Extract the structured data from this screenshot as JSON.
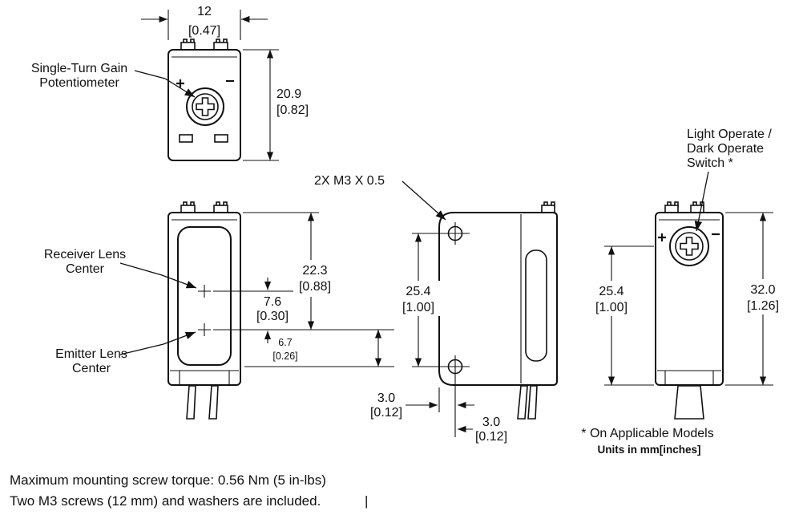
{
  "drawing": {
    "labels": {
      "gain_pot": [
        "Single-Turn Gain",
        "Potentiometer"
      ],
      "receiver_lens": [
        "Receiver Lens",
        "Center"
      ],
      "emitter_lens": [
        "Emitter Lens",
        "Center"
      ],
      "ld_switch": [
        "Light Operate /",
        "Dark Operate",
        "Switch *"
      ],
      "thread_callout": "2X M3 X 0.5"
    },
    "dimensions": {
      "top_width": {
        "mm": "12",
        "inch": "[0.47]"
      },
      "top_height": {
        "mm": "20.9",
        "inch": "[0.82]"
      },
      "emitter_from_top": {
        "mm": "22.3",
        "inch": "[0.88]"
      },
      "lens_spacing": {
        "mm": "7.6",
        "inch": "[0.30]"
      },
      "emitter_to_hole": {
        "mm": "6.7",
        "inch": "[0.26]"
      },
      "hole_spacing": {
        "mm": "25.4",
        "inch": "[1.00]"
      },
      "hole_to_face": {
        "mm": "3.0",
        "inch": "[0.12]"
      },
      "hole_to_bottom": {
        "mm": "3.0",
        "inch": "[0.12]"
      },
      "switch_to_bottom": {
        "mm": "25.4",
        "inch": "[1.00]"
      },
      "body_height": {
        "mm": "32.0",
        "inch": "[1.26]"
      }
    },
    "notes": {
      "applicable_models": "* On Applicable Models",
      "units": "Units in mm[inches]",
      "torque": "Maximum mounting screw torque: 0.56 Nm (5 in-lbs)",
      "screws_included": "Two M3 screws (12 mm) and washers are included.",
      "caret": "|"
    },
    "colors": {
      "line": "#111111",
      "background": "#ffffff"
    }
  }
}
